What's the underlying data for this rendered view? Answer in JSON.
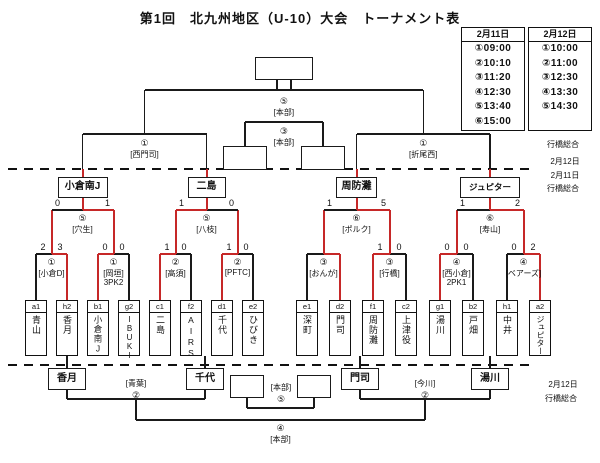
{
  "title": "第1回　北九州地区（U-10）大会　トーナメント表",
  "schedule": {
    "columns": [
      {
        "header": "2月11日",
        "times": [
          "①09:00",
          "②10:10",
          "③11:20",
          "④12:30",
          "⑤13:40",
          "⑥15:00"
        ]
      },
      {
        "header": "2月12日",
        "times": [
          "①10:00",
          "②11:00",
          "③12:30",
          "④13:30",
          "⑤14:30"
        ]
      }
    ]
  },
  "annotations": {
    "right_top_venue": "行橋総合",
    "right_date_above_line": "2月12日",
    "right_date_below_line": "2月11日",
    "right_mid_venue": "行橋総合",
    "bottom_right_date": "2月12日",
    "bottom_right_venue": "行橋総合"
  },
  "teams": [
    {
      "code": "a1",
      "name": "青山"
    },
    {
      "code": "h2",
      "name": "香月"
    },
    {
      "code": "b1",
      "name": "小倉南J"
    },
    {
      "code": "g2",
      "name": "IBUKI"
    },
    {
      "code": "c1",
      "name": "二島"
    },
    {
      "code": "f2",
      "name": "AIRS"
    },
    {
      "code": "d1",
      "name": "千代"
    },
    {
      "code": "e2",
      "name": "ひびき"
    },
    {
      "code": "e1",
      "name": "深町"
    },
    {
      "code": "d2",
      "name": "門司"
    },
    {
      "code": "f1",
      "name": "周防灘"
    },
    {
      "code": "c2",
      "name": "上津役"
    },
    {
      "code": "g1",
      "name": "湯川"
    },
    {
      "code": "b2",
      "name": "戸畑"
    },
    {
      "code": "h1",
      "name": "中井"
    },
    {
      "code": "a2",
      "name": "ジュピター"
    }
  ],
  "round1": [
    {
      "no": "①",
      "venue": "[小倉D]",
      "score_left": "2",
      "score_right": "3",
      "note": "",
      "winner": "right"
    },
    {
      "no": "①",
      "venue": "[岡垣]",
      "score_left": "0",
      "score_right": "0",
      "note": "3PK2",
      "winner": "left"
    },
    {
      "no": "②",
      "venue": "[高須]",
      "score_left": "1",
      "score_right": "0",
      "note": "",
      "winner": "left"
    },
    {
      "no": "②",
      "venue": "[PFTC]",
      "score_left": "1",
      "score_right": "0",
      "note": "",
      "winner": "left"
    },
    {
      "no": "③",
      "venue": "[おんが]",
      "score_left": "",
      "score_right": "",
      "note": "",
      "winner": "right"
    },
    {
      "no": "③",
      "venue": "[行橋]",
      "score_left": "1",
      "score_right": "0",
      "note": "",
      "winner": "left"
    },
    {
      "no": "④",
      "venue": "[西小倉]",
      "score_left": "0",
      "score_right": "0",
      "note": "2PK1",
      "winner": "left"
    },
    {
      "no": "④",
      "venue": "[ベアーズ]",
      "score_left": "0",
      "score_right": "2",
      "note": "",
      "winner": "right"
    }
  ],
  "quarterfinals": [
    {
      "no": "⑤",
      "venue": "[穴生]",
      "score_left": "0",
      "score_right": "1",
      "winner": "right",
      "winner_name": "小倉南J"
    },
    {
      "no": "⑤",
      "venue": "[八枝]",
      "score_left": "1",
      "score_right": "0",
      "winner": "left",
      "winner_name": "二島"
    },
    {
      "no": "⑥",
      "venue": "[ポルク]",
      "score_left": "1",
      "score_right": "5",
      "winner": "right",
      "winner_name": "周防灘"
    },
    {
      "no": "⑥",
      "venue": "[寿山]",
      "score_left": "1",
      "score_right": "2",
      "winner": "right",
      "winner_name": "ジュピター"
    }
  ],
  "semifinals": [
    {
      "no": "①",
      "venue": "[西門司]"
    },
    {
      "no": "①",
      "venue": "[折尾西]"
    }
  ],
  "final_match": {
    "no": "⑤",
    "venue": "[本部]"
  },
  "third_place": {
    "no": "③",
    "venue": "[本部]"
  },
  "consolation": {
    "entrants": [
      "香月",
      "千代",
      "門司",
      "湯川"
    ],
    "matches": [
      {
        "no": "②",
        "venue": "[青葉]"
      },
      {
        "no": "②",
        "venue": "[今川]"
      }
    ],
    "fifth_place": {
      "no": "④",
      "venue": "[本部]"
    },
    "center_match": {
      "no": "⑤",
      "venue": "[本部]"
    }
  },
  "colors": {
    "line": "#1a1a1a",
    "winner": "#c62828"
  }
}
